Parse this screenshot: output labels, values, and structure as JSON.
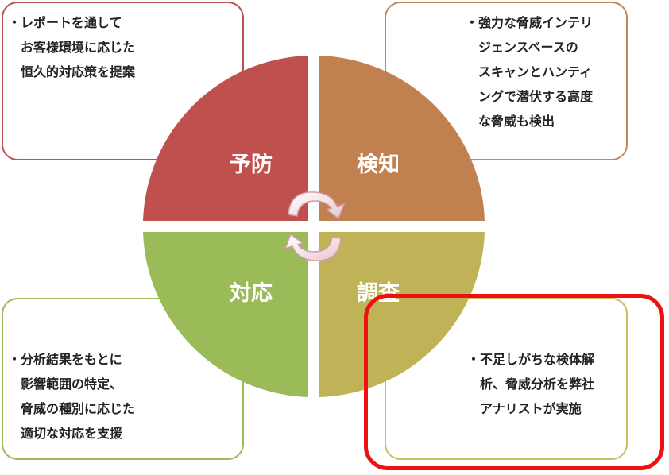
{
  "quadrants": {
    "prevent": {
      "label": "予防",
      "color": "#c0504d"
    },
    "detect": {
      "label": "検知",
      "color": "#c0804f"
    },
    "respond": {
      "label": "対応",
      "color": "#9bbb59"
    },
    "investigate": {
      "label": "調査",
      "color": "#c0b256"
    }
  },
  "boxes": {
    "top_left": {
      "border_color": "#c0504d",
      "lines": [
        "・レポートを通して",
        "　お客様環境に応じた",
        "　恒久的対応策を提案"
      ]
    },
    "top_right": {
      "border_color": "#c6865a",
      "lines": [
        "・強力な脅威インテリ",
        "　ジェンスベースの",
        "　スキャンとハンティ",
        "　ングで潜伏する高度",
        "　な脅威も検出"
      ]
    },
    "bottom_left": {
      "border_color": "#9bbb59",
      "lines": [
        "・分析結果をもとに",
        "　影響範囲の特定、",
        "　脅威の種別に応じた",
        "　適切な対応を支援"
      ]
    },
    "bottom_right": {
      "border_color": "#c8be62",
      "lines": [
        "・不足しがちな検体解",
        "　析、脅威分析を弊社",
        "　アナリストが実施"
      ]
    }
  },
  "highlight": {
    "color": "#ee1111"
  }
}
